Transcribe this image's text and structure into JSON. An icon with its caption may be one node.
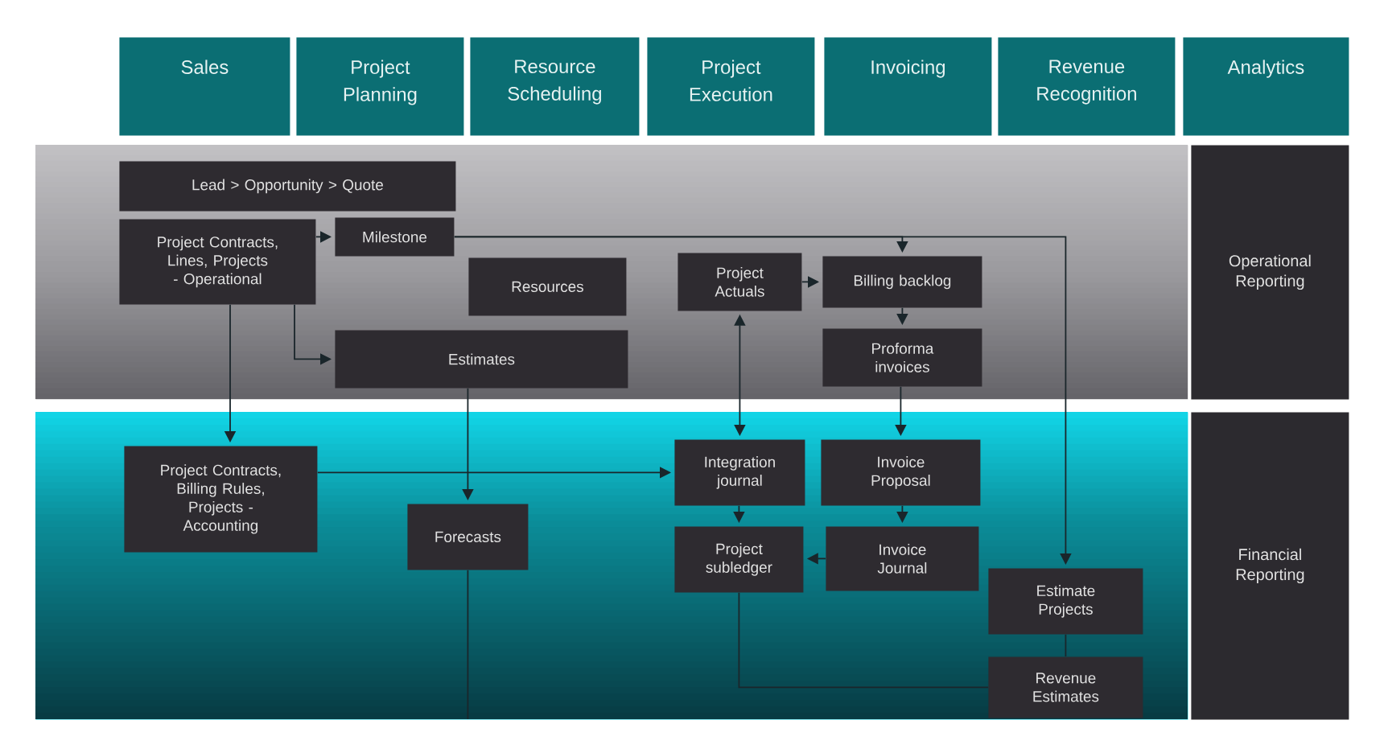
{
  "diagram": {
    "nodes": [
      {
        "text": [
          "Sales"
        ]
      },
      {
        "text": [
          "Project Planning"
        ]
      },
      {
        "text": [
          "Resource Scheduling"
        ]
      },
      {
        "text": [
          "Project Execution"
        ]
      },
      {
        "text": [
          "Invoicing"
        ]
      },
      {
        "text": [
          "Revenue Recognition"
        ]
      },
      {
        "text": [
          "Analytics"
        ]
      },
      {
        "text": [],
        "shape": "band"
      },
      {
        "text": [
          "Lead > Opportunity > Quote"
        ],
        "in": 7
      },
      {
        "text": [
          "Project Contracts, Lines, Projects - Operational"
        ],
        "in": 7
      },
      {
        "text": [
          "Milestone"
        ],
        "in": 7
      },
      {
        "text": [
          "Resources"
        ],
        "in": 7
      },
      {
        "text": [
          "Project Actuals"
        ],
        "in": 7
      },
      {
        "text": [
          "Billing backlog"
        ],
        "in": 7
      },
      {
        "text": [
          "Estimates"
        ],
        "in": 7
      },
      {
        "text": [
          "Proforma invoices"
        ],
        "in": 7
      },
      {
        "text": [
          "Operational Reporting"
        ]
      },
      {
        "text": [],
        "shape": "band"
      },
      {
        "text": [
          "Project Contracts, Billing Rules, Projects - Accounting"
        ],
        "in": 17
      },
      {
        "text": [
          "Integration journal"
        ],
        "in": 17
      },
      {
        "text": [
          "Invoice Proposal"
        ],
        "in": 17
      },
      {
        "text": [
          "Forecasts"
        ],
        "in": 17
      },
      {
        "text": [
          "Project subledger"
        ],
        "in": 17
      },
      {
        "text": [
          "Invoice Journal"
        ],
        "in": 17
      },
      {
        "text": [
          "Estimate Projects"
        ],
        "in": 17
      },
      {
        "text": [
          "Revenue Estimates"
        ],
        "in": 17
      },
      {
        "text": [
          "Financial Reporting"
        ]
      }
    ],
    "edges": [
      {
        "from": 9,
        "to": 10,
        "arrow": "to"
      },
      {
        "from": 9,
        "to": 14,
        "arrow": "to"
      },
      {
        "from": 9,
        "to": 18,
        "arrow": "to"
      },
      {
        "from": 10,
        "to": 13,
        "arrow": "to"
      },
      {
        "from": 10,
        "to": 24,
        "arrow": "to"
      },
      {
        "from": 12,
        "to": 13,
        "arrow": "to"
      },
      {
        "from": 13,
        "to": 15,
        "arrow": "to"
      },
      {
        "from": 14,
        "to": 21,
        "arrow": "to"
      },
      {
        "from": 15,
        "to": 20,
        "arrow": "to"
      },
      {
        "from": 12,
        "to": 19,
        "arrow": "both"
      },
      {
        "from": 18,
        "to": 19,
        "arrow": "to"
      },
      {
        "from": 19,
        "to": 22,
        "arrow": "to"
      },
      {
        "from": 20,
        "to": 23,
        "arrow": "to"
      },
      {
        "from": 23,
        "to": 22,
        "arrow": "to"
      },
      {
        "from": 24,
        "to": 25,
        "arrow": "none"
      },
      {
        "from": 22,
        "to": 25,
        "arrow": "none"
      },
      {
        "from": 21,
        "to": null,
        "arrow": "none"
      }
    ]
  }
}
